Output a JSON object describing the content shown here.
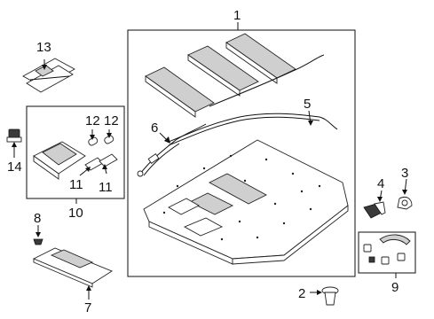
{
  "callouts": [
    {
      "id": "c1",
      "text": "1"
    },
    {
      "id": "c2",
      "text": "2"
    },
    {
      "id": "c3",
      "text": "3"
    },
    {
      "id": "c4",
      "text": "4"
    },
    {
      "id": "c5",
      "text": "5"
    },
    {
      "id": "c6",
      "text": "6"
    },
    {
      "id": "c7",
      "text": "7"
    },
    {
      "id": "c8",
      "text": "8"
    },
    {
      "id": "c9",
      "text": "9"
    },
    {
      "id": "c10",
      "text": "10"
    },
    {
      "id": "c11a",
      "text": "11"
    },
    {
      "id": "c11b",
      "text": "11"
    },
    {
      "id": "c12a",
      "text": "12"
    },
    {
      "id": "c12b",
      "text": "12"
    },
    {
      "id": "c13",
      "text": "13"
    },
    {
      "id": "c14",
      "text": "14"
    }
  ],
  "colors": {
    "line": "#111111",
    "shade": "#cfcfcf",
    "dark": "#3a3a3a"
  }
}
